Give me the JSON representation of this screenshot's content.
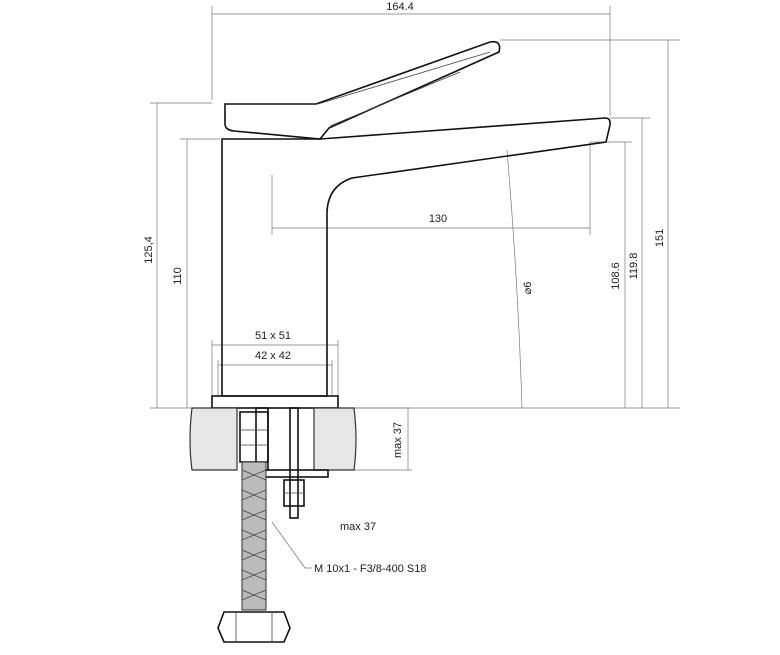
{
  "dimensions": {
    "overall_width": "164.4",
    "spout_reach": "130",
    "body_height": "125,4",
    "body_height_inner": "110",
    "outlet_height": "108.6",
    "spout_height": "119.8",
    "total_height": "151",
    "spout_diameter": "⌀6",
    "base_outer": "51 x 51",
    "base_inner": "42 x 42",
    "counter_max_side": "max 37",
    "counter_max_below": "max 37",
    "hose_spec": "M 10x1 - F3/8-400 S18"
  },
  "colors": {
    "line": "#111111",
    "dimension_line": "#777777",
    "counter_fill": "#e6e6e6"
  }
}
